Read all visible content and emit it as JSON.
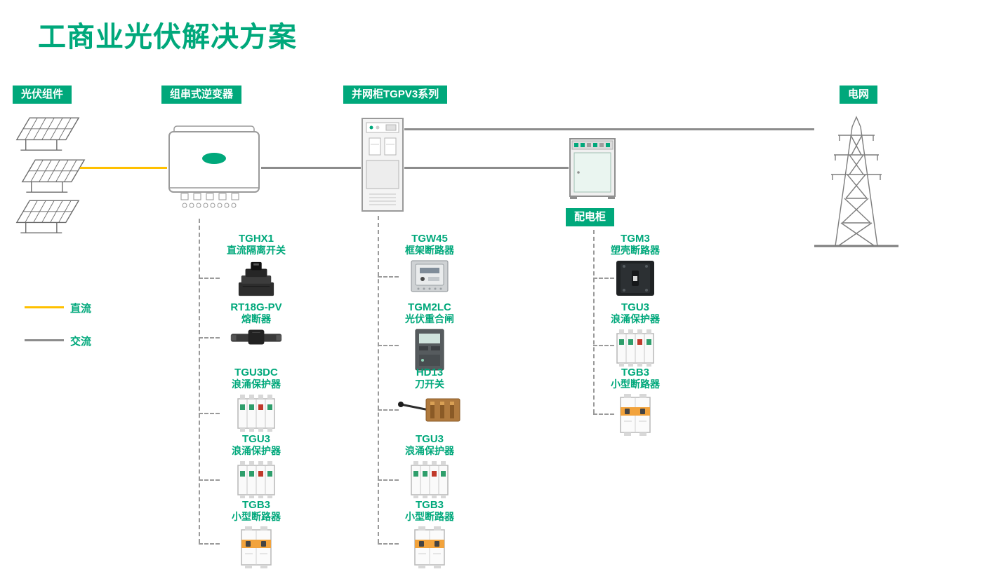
{
  "title": "工商业光伏解决方案",
  "colors": {
    "accent": "#00A87B",
    "dc_line": "#FFC000",
    "ac_line": "#8C8C8C"
  },
  "badges": {
    "pv_modules": "光伏组件",
    "string_inverter": "组串式逆变器",
    "grid_cabinet": "并网柜TGPV3系列",
    "power_grid": "电网",
    "distribution_cabinet": "配电柜"
  },
  "legend": {
    "dc_label": "直流",
    "ac_label": "交流"
  },
  "component_columns": [
    {
      "attached_to": "组串式逆变器",
      "items": [
        {
          "model": "TGHX1",
          "name": "直流隔离开关",
          "image": "dc-isolator-switch"
        },
        {
          "model": "RT18G-PV",
          "name": "熔断器",
          "image": "fuse"
        },
        {
          "model": "TGU3DC",
          "name": "浪涌保护器",
          "image": "surge-protector"
        },
        {
          "model": "TGU3",
          "name": "浪涌保护器",
          "image": "surge-protector"
        },
        {
          "model": "TGB3",
          "name": "小型断路器",
          "image": "miniature-circuit-breaker"
        }
      ]
    },
    {
      "attached_to": "并网柜TGPV3系列",
      "items": [
        {
          "model": "TGW45",
          "name": "框架断路器",
          "image": "air-circuit-breaker"
        },
        {
          "model": "TGM2LC",
          "name": "光伏重合闸",
          "image": "pv-recloser"
        },
        {
          "model": "HD13",
          "name": "刀开关",
          "image": "knife-switch"
        },
        {
          "model": "TGU3",
          "name": "浪涌保护器",
          "image": "surge-protector"
        },
        {
          "model": "TGB3",
          "name": "小型断路器",
          "image": "miniature-circuit-breaker"
        }
      ]
    },
    {
      "attached_to": "配电柜",
      "items": [
        {
          "model": "TGM3",
          "name": "塑壳断路器",
          "image": "molded-case-circuit-breaker"
        },
        {
          "model": "TGU3",
          "name": "浪涌保护器",
          "image": "surge-protector"
        },
        {
          "model": "TGB3",
          "name": "小型断路器",
          "image": "miniature-circuit-breaker"
        }
      ]
    }
  ]
}
